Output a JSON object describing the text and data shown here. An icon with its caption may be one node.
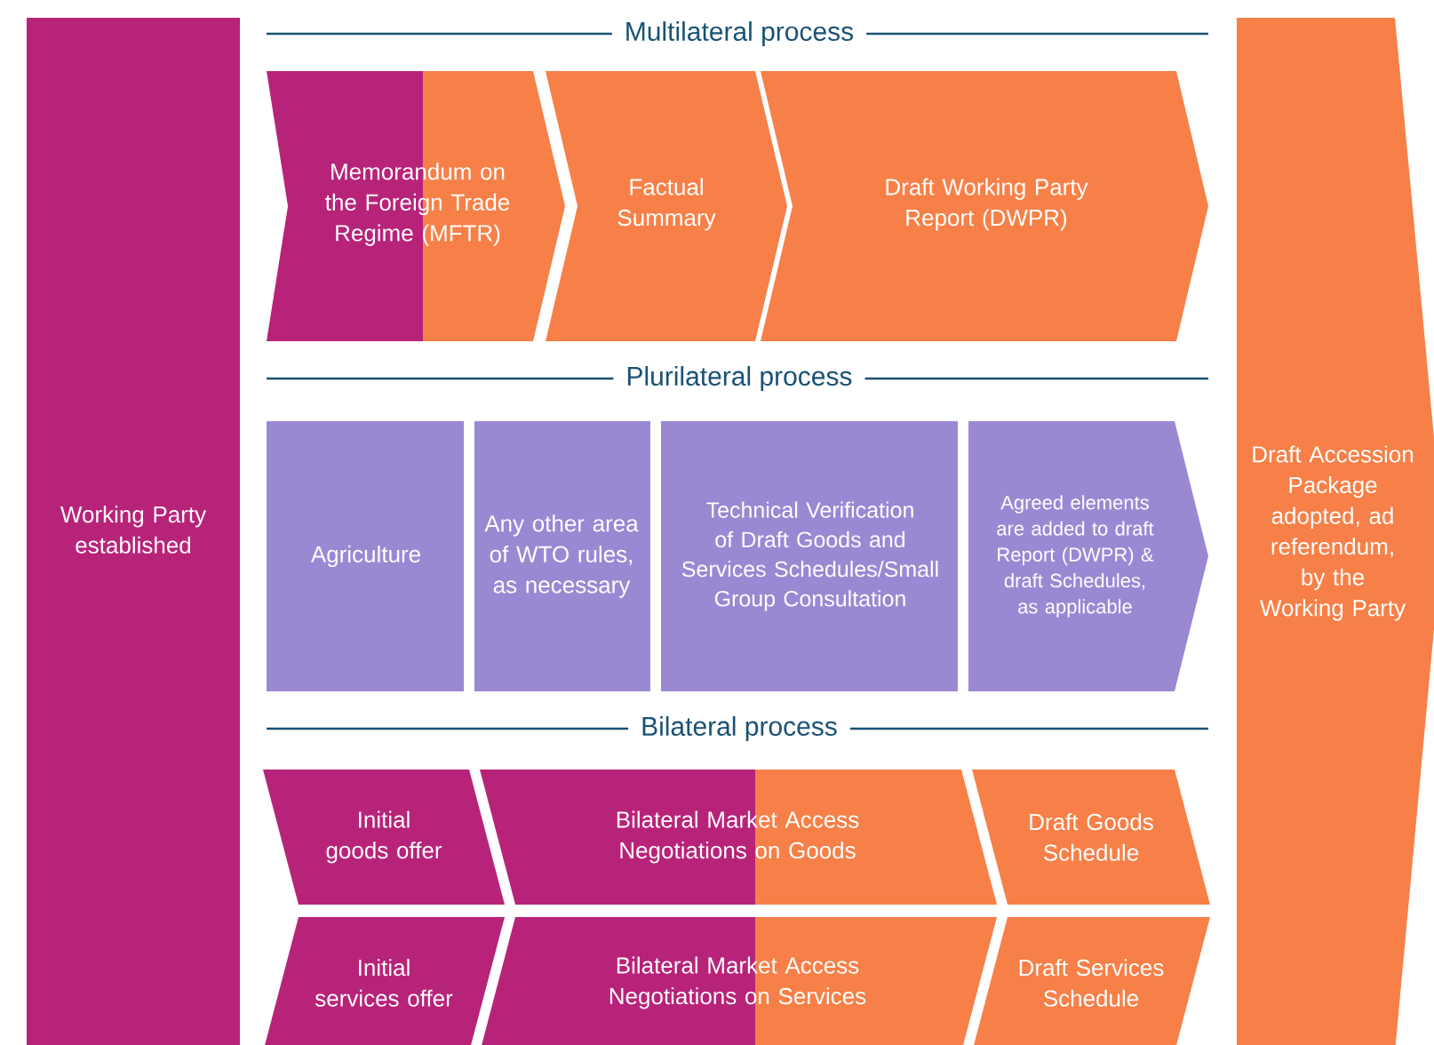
{
  "diagram": {
    "nodes": [
      {
        "text": [
          "Working Party established"
        ]
      },
      {
        "text": [
          "Memorandum on the Foreign Trade Regime (MFTR)"
        ]
      },
      {
        "text": [
          "Factual Summary"
        ]
      },
      {
        "text": [
          "Draft Working Party Report (DWPR)"
        ]
      },
      {
        "text": [
          "Agriculture"
        ]
      },
      {
        "text": [
          "Any other area of WTO rules, as necessary"
        ]
      },
      {
        "text": [
          "Technical Verification of Draft Goods and Services Schedules/Small Group Consultation"
        ]
      },
      {
        "text": [
          "Agreed elements are added to draft Report (DWPR) & draft Schedules, as applicable"
        ]
      },
      {
        "text": [
          "Initial goods offer"
        ]
      },
      {
        "text": [
          "Bilateral Market Access Negotiations on Goods"
        ]
      },
      {
        "text": [
          "Draft Goods Schedule"
        ]
      },
      {
        "text": [
          "Initial services offer"
        ]
      },
      {
        "text": [
          "Bilateral Market Access Negotiations on Services"
        ]
      },
      {
        "text": [
          "Draft Services Schedule"
        ]
      },
      {
        "text": [
          "Draft Accession Package adopted, ad referendum, by the Working Party"
        ]
      }
    ],
    "labels": [
      "Multilateral process",
      "Plurilateral process",
      "Bilateral process"
    ]
  }
}
